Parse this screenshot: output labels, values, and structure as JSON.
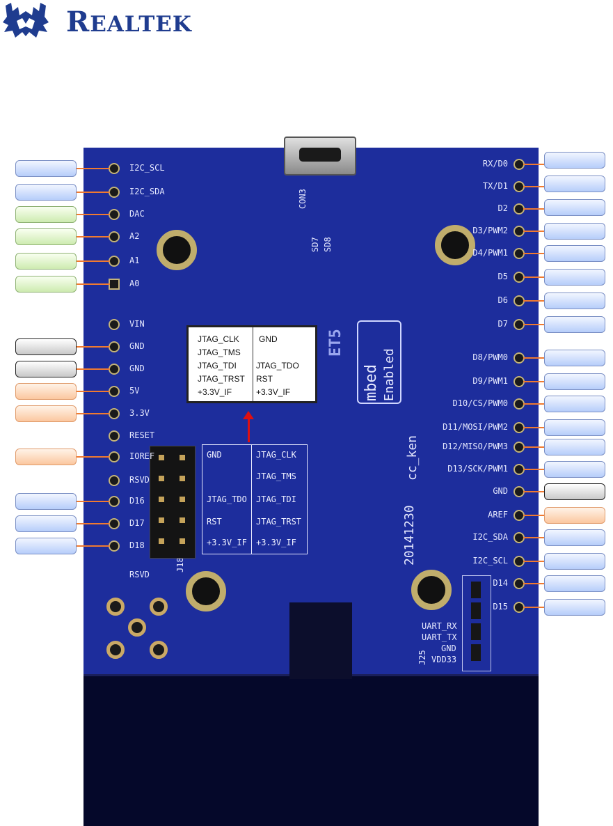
{
  "header": {
    "logo_first": "R",
    "logo_rest": "EALTEK"
  },
  "left_header_labels": [
    "I2C_SCL",
    "I2C_SDA",
    "DAC",
    "A2",
    "A1",
    "A0"
  ],
  "left_power_labels": [
    "VIN",
    "GND",
    "GND",
    "5V",
    "3.3V",
    "RESET",
    "IOREF",
    "RSVD",
    "D16",
    "D17",
    "D18",
    "RSVD"
  ],
  "right_labels": [
    "RX/D0",
    "TX/D1",
    "D2",
    "D3/PWM2",
    "D4/PWM1",
    "D5",
    "D6",
    "D7",
    "D8/PWM0",
    "D9/PWM1",
    "D10/CS/PWM0",
    "D11/MOSI/PWM2",
    "D12/MISO/PWM3",
    "D13/SCK/PWM1",
    "GND",
    "AREF",
    "I2C_SDA",
    "I2C_SCL",
    "D14",
    "D15"
  ],
  "jtag_callout": {
    "left": [
      "JTAG_CLK",
      "JTAG_TMS",
      "JTAG_TDI",
      "JTAG_TRST",
      "+3.3V_IF"
    ],
    "right": [
      "GND",
      "",
      "JTAG_TDO",
      "RST",
      "+3.3V_IF"
    ]
  },
  "jtag_silk": {
    "left": [
      "GND",
      "",
      "JTAG_TDO",
      "RST",
      "+3.3V_IF"
    ],
    "right": [
      "JTAG_CLK",
      "JTAG_TMS",
      "JTAG_TDI",
      "JTAG_TRST",
      "+3.3V_IF"
    ]
  },
  "silkscreen": {
    "con3": "CON3",
    "sd7": "SD7",
    "sd8": "SD8",
    "j18": "J18",
    "j25": "J25",
    "date": "20141230",
    "author": "cc_ken",
    "mbed": "mbed",
    "enabled": "Enabled",
    "et5": "ET5",
    "uart_rx": "UART_RX",
    "uart_tx": "UART_TX",
    "gnd": "GND",
    "vdd33": "VDD33"
  },
  "colors": {
    "board": "#1d2d9c",
    "callout_line": "#f07a30",
    "arrow": "#e01010"
  }
}
